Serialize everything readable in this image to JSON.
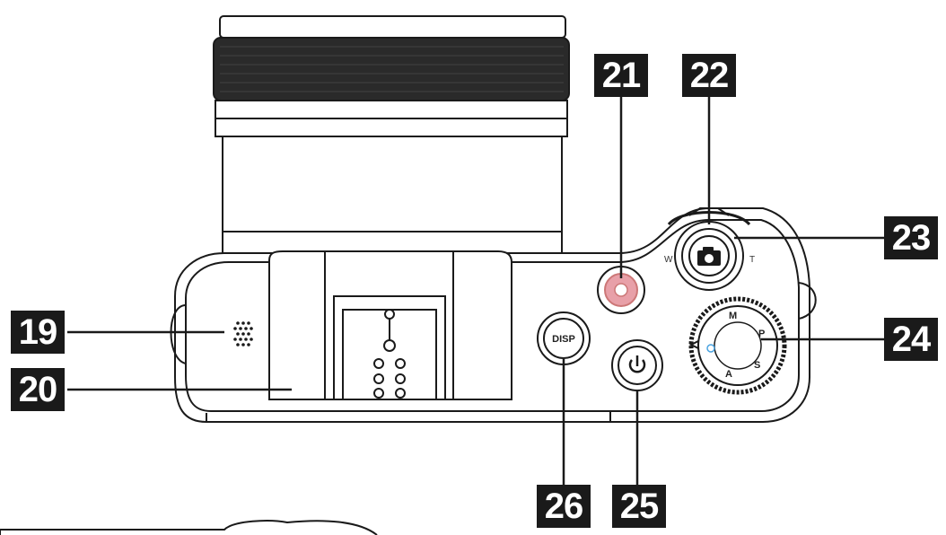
{
  "callouts": [
    {
      "id": "19",
      "label": "19"
    },
    {
      "id": "20",
      "label": "20"
    },
    {
      "id": "21",
      "label": "21"
    },
    {
      "id": "22",
      "label": "22"
    },
    {
      "id": "23",
      "label": "23"
    },
    {
      "id": "24",
      "label": "24"
    },
    {
      "id": "25",
      "label": "25"
    },
    {
      "id": "26",
      "label": "26"
    }
  ],
  "buttons": {
    "disp_label": "DISP",
    "zoom_wide": "W",
    "zoom_tele": "T"
  },
  "mode_dial": {
    "letters": [
      "M",
      "P",
      "S",
      "A"
    ]
  },
  "colors": {
    "line": "#1a1a1a",
    "callout_bg": "#1a1a1a",
    "callout_text": "#ffffff",
    "record_button": "#e8a0a8"
  }
}
